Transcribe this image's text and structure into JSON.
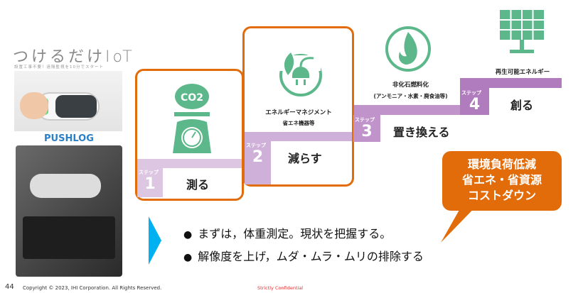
{
  "left_panel": {
    "headline": "つけるだけIoT",
    "subtitle": "設置工事不要！遠隔監視を10分でスタート",
    "logo": "PUSHLOG"
  },
  "steps": [
    {
      "step_label": "ステップ",
      "number": "1",
      "verb": "測る",
      "icon": "co2-scale-icon"
    },
    {
      "step_label": "ステップ",
      "number": "2",
      "verb": "減らす",
      "icon": "leaf-plug-icon",
      "caption": "エネルギーマネジメント",
      "subcaption": "省エネ機器等"
    },
    {
      "step_label": "ステップ",
      "number": "3",
      "verb": "置き換える",
      "icon": "flame-icon",
      "caption": "非化石燃料化",
      "subcaption": "(アンモニア・水素・廃食油等)"
    },
    {
      "step_label": "ステップ",
      "number": "4",
      "verb": "創る",
      "icon": "solar-panel-icon",
      "caption": "再生可能エネルギー"
    }
  ],
  "icon_co2_text": "CO2",
  "callout": {
    "lines": [
      "環境負荷低減",
      "省エネ・省資源",
      "コストダウン"
    ]
  },
  "bullets": [
    "まずは，体重測定。現状を把握する。",
    "解像度を上げ，ムダ・ムラ・ムリの排除する"
  ],
  "footer": {
    "page": "44",
    "copyright": "Copyright © 2023, IHI Corporation. All Rights Reserved.",
    "confidential": "Strictly Confidential"
  },
  "colors": {
    "orange": "#e36c0a",
    "green": "#5cb88a",
    "blue": "#00b0f0",
    "purple": "#a56ab4"
  }
}
